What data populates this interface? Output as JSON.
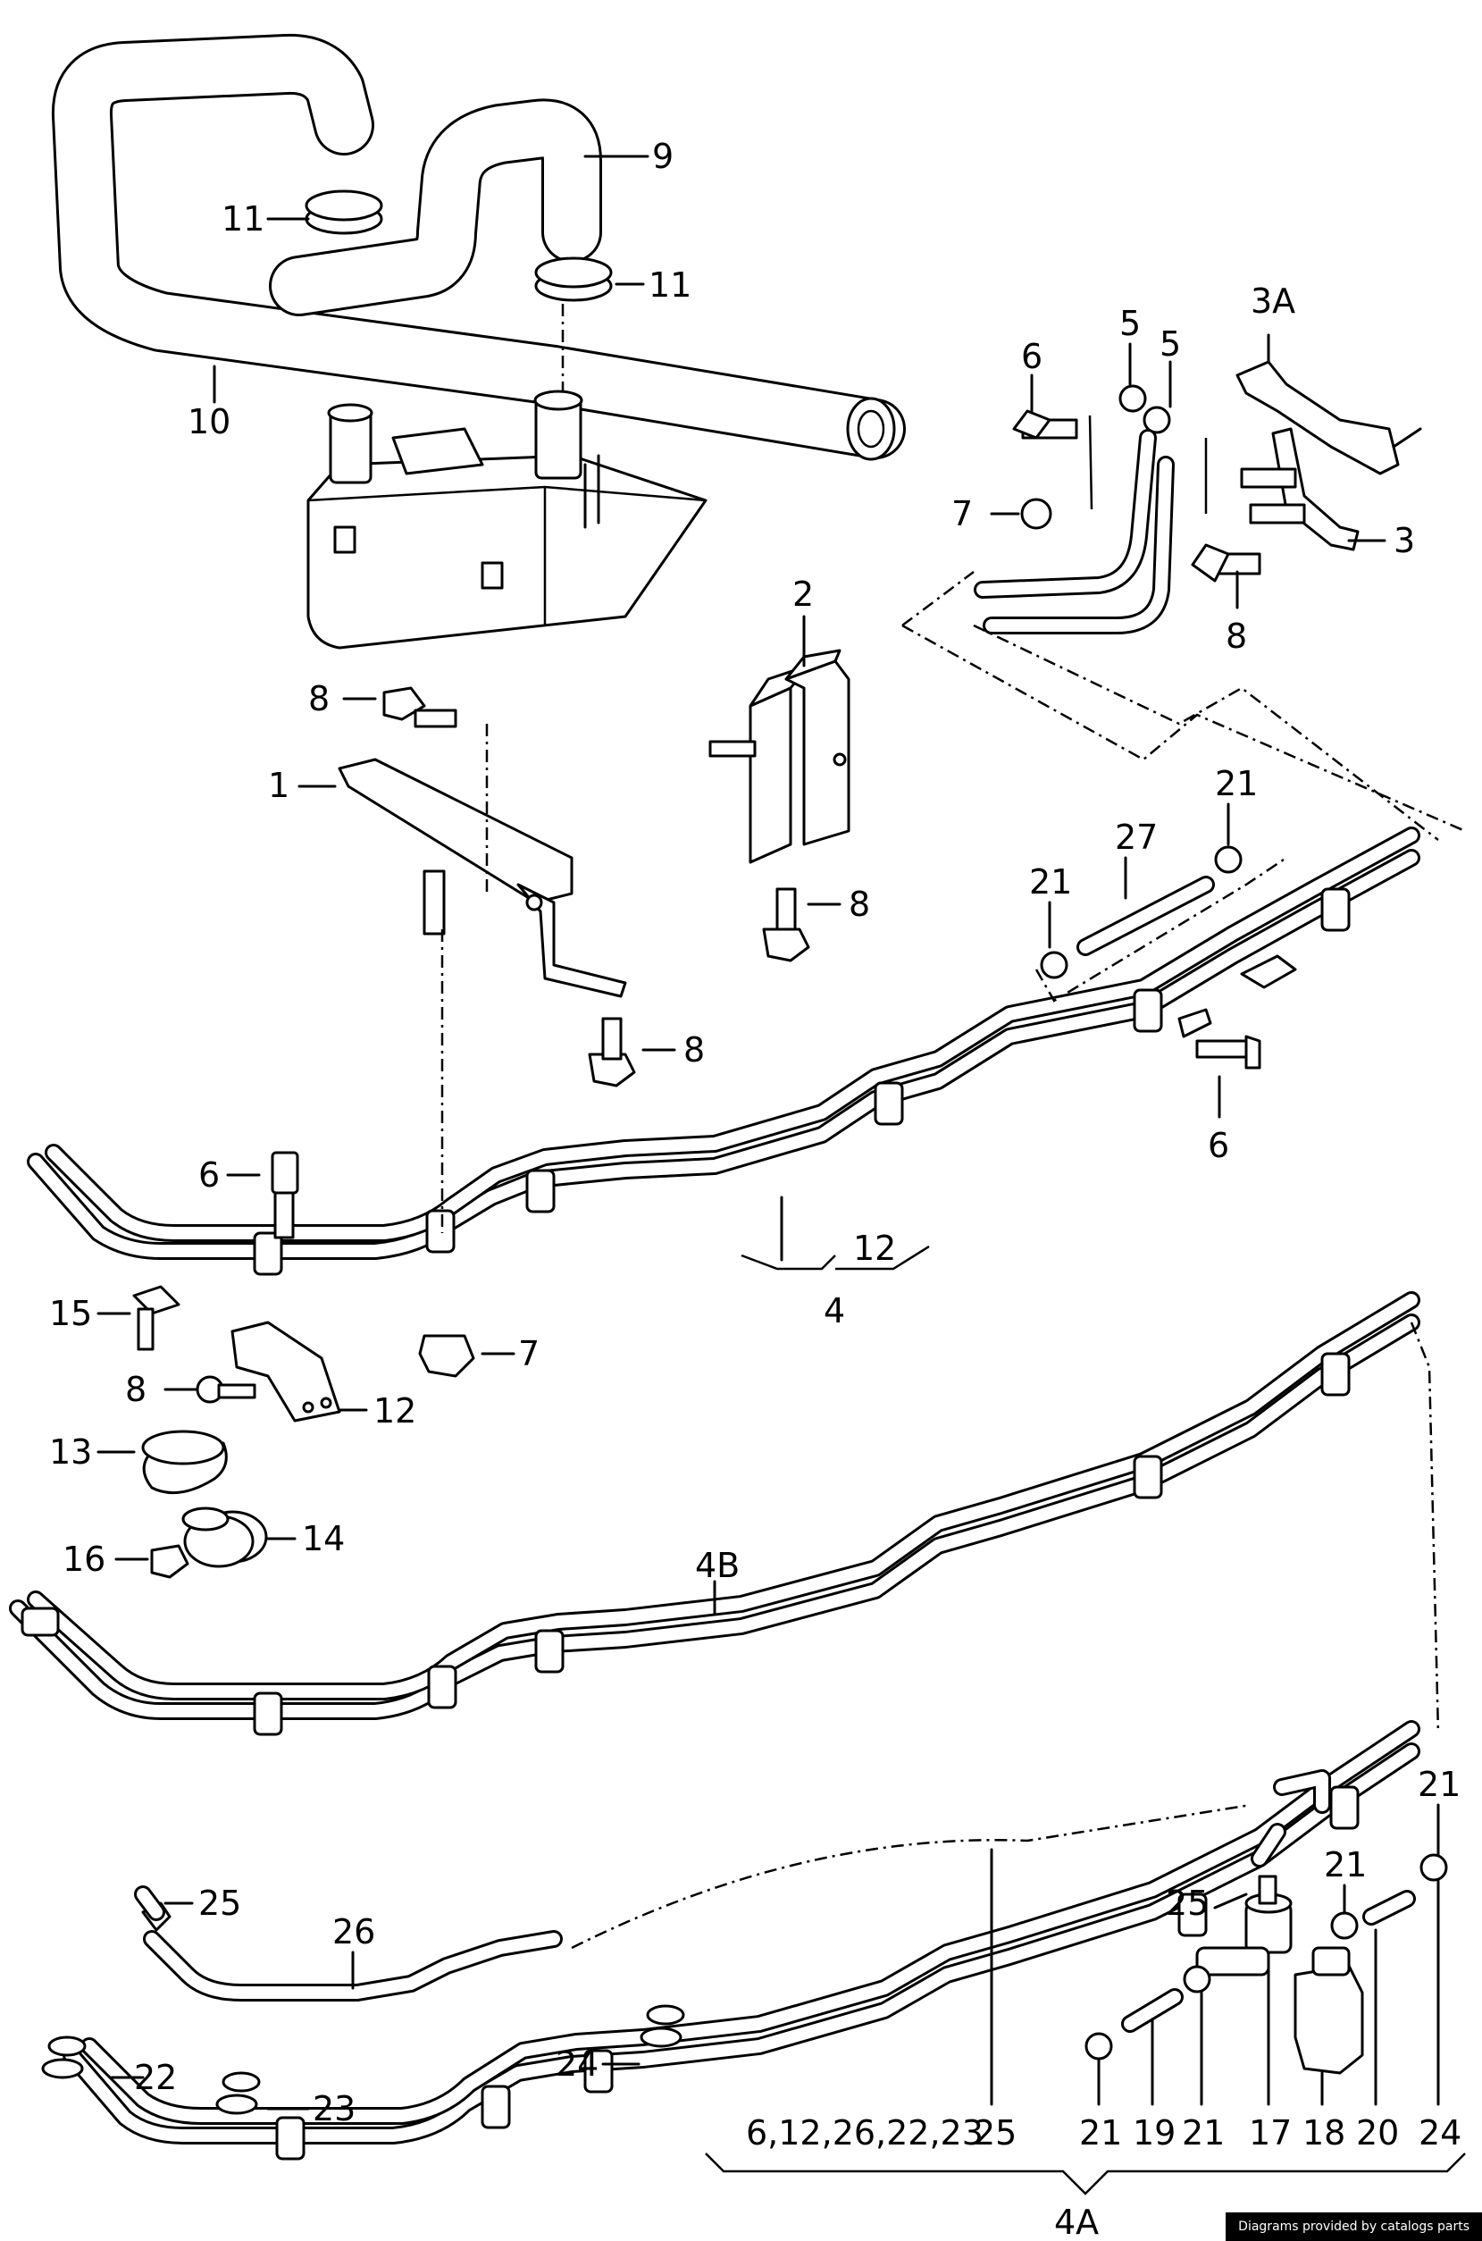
{
  "labels": {
    "l1": "1",
    "l2": "2",
    "l3": "3",
    "l3a": "3A",
    "l4": "4",
    "l4a": "4A",
    "l4b": "4B",
    "l5a": "5",
    "l5b": "5",
    "l6a": "6",
    "l6b": "6",
    "l6c": "6",
    "l7a": "7",
    "l7b": "7",
    "l8a": "8",
    "l8b": "8",
    "l8c": "8",
    "l8d": "8",
    "l8e": "8",
    "l9": "9",
    "l10": "10",
    "l11a": "11",
    "l11b": "11",
    "l12a": "12",
    "l12b": "12",
    "l13": "13",
    "l14": "14",
    "l15": "15",
    "l16": "16",
    "l17": "17",
    "l18": "18",
    "l19": "19",
    "l20": "20",
    "l21a": "21",
    "l21b": "21",
    "l21c": "21",
    "l21d": "21",
    "l21e": "21",
    "l21f": "21",
    "l22": "22",
    "l23": "23",
    "l24a": "24",
    "l24b": "24",
    "l25a": "25",
    "l25b": "25",
    "l25c": "25",
    "l26a": "26",
    "l27": "27",
    "group4a": "6,12,26,22,23"
  },
  "credit": "Diagrams provided by catalogs parts"
}
